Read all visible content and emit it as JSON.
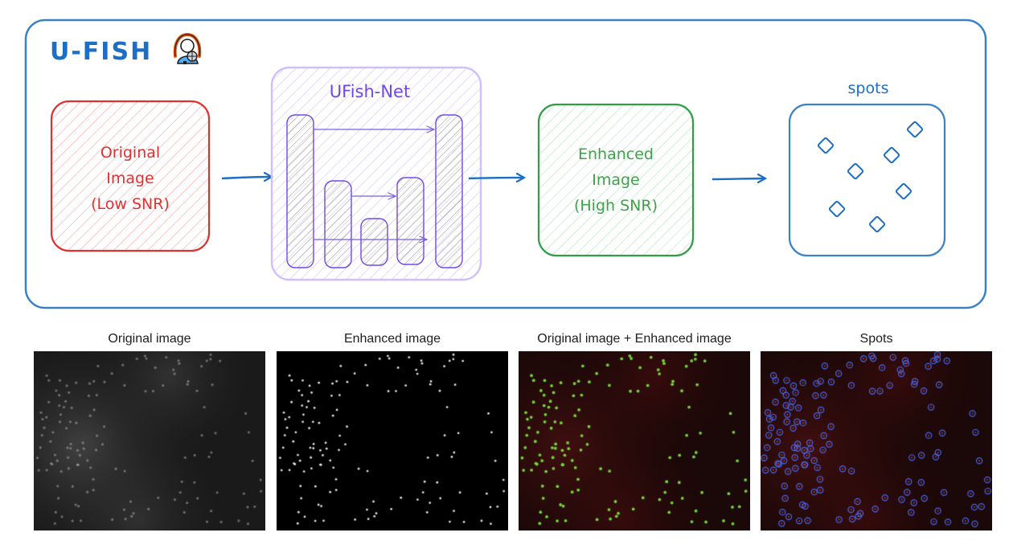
{
  "header": {
    "title": "U-FISH"
  },
  "colors": {
    "frame": "#3b82c4",
    "original": "#e03131",
    "net": "#7048e8",
    "net_bg": "#d0bfff",
    "enhanced": "#2f9e44",
    "spots": "#1971c2"
  },
  "boxes": {
    "original": {
      "line1": "Original",
      "line2": "Image",
      "line3": "(Low SNR)"
    },
    "net": {
      "title": "UFish-Net"
    },
    "enhanced": {
      "line1": "Enhanced",
      "line2": "Image",
      "line3": "(High SNR)"
    },
    "spots": {
      "title": "spots"
    }
  },
  "panels": [
    {
      "caption": "Original image",
      "kind": "original"
    },
    {
      "caption": "Enhanced image",
      "kind": "enhanced"
    },
    {
      "caption": "Original image + Enhanced image",
      "kind": "overlay"
    },
    {
      "caption": "Spots",
      "kind": "spots"
    }
  ]
}
